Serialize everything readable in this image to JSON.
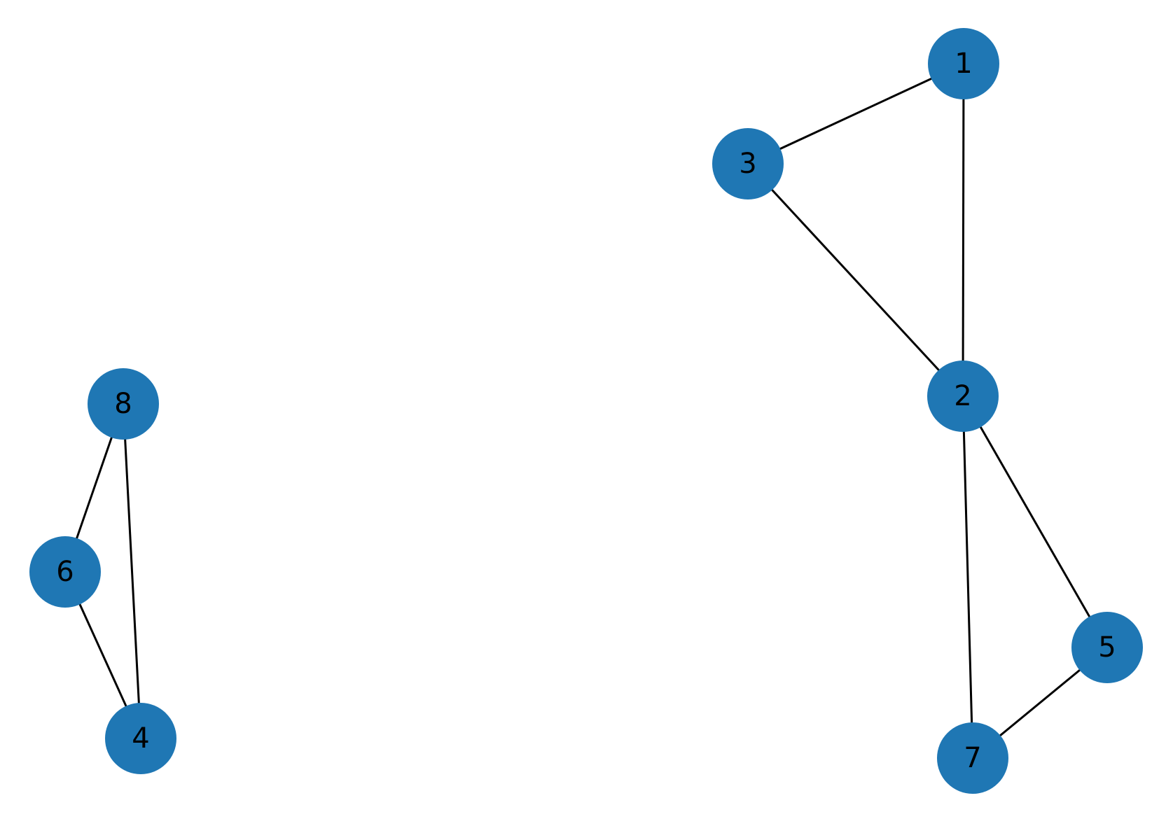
{
  "graph": {
    "node_color": "#1f77b4",
    "edge_color": "#000000",
    "label_color": "#000000",
    "nodes": [
      {
        "id": "1",
        "label": "1"
      },
      {
        "id": "2",
        "label": "2"
      },
      {
        "id": "3",
        "label": "3"
      },
      {
        "id": "4",
        "label": "4"
      },
      {
        "id": "5",
        "label": "5"
      },
      {
        "id": "6",
        "label": "6"
      },
      {
        "id": "7",
        "label": "7"
      },
      {
        "id": "8",
        "label": "8"
      }
    ],
    "edges": [
      {
        "source": "1",
        "target": "3"
      },
      {
        "source": "1",
        "target": "2"
      },
      {
        "source": "3",
        "target": "2"
      },
      {
        "source": "2",
        "target": "5"
      },
      {
        "source": "2",
        "target": "7"
      },
      {
        "source": "5",
        "target": "7"
      },
      {
        "source": "8",
        "target": "6"
      },
      {
        "source": "8",
        "target": "4"
      },
      {
        "source": "6",
        "target": "4"
      }
    ]
  }
}
